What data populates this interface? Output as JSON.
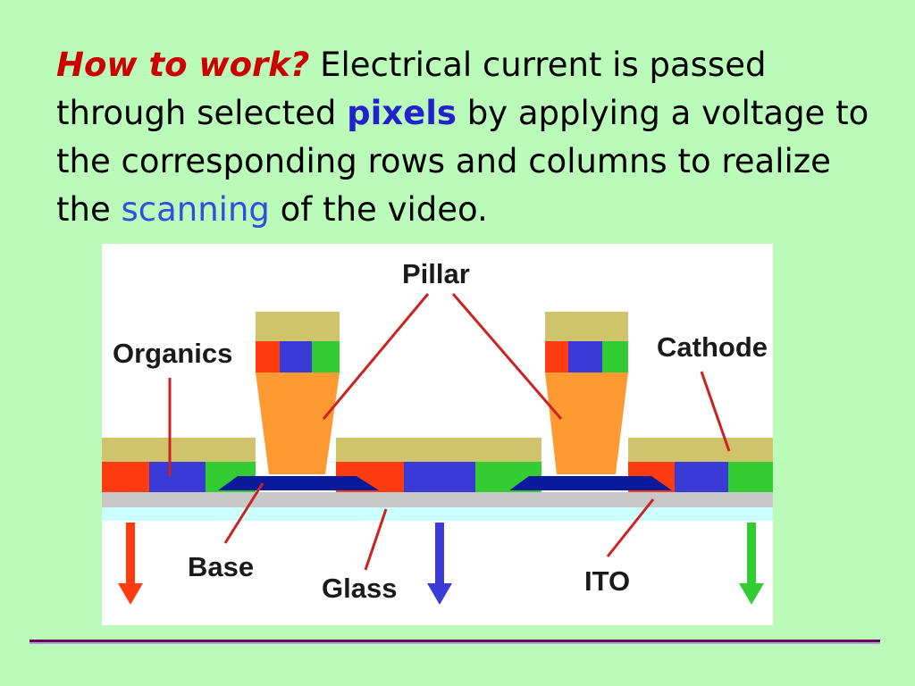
{
  "slide": {
    "lead": "How to work?",
    "text_1": " Electrical current is passed through selected ",
    "highlight_1": "pixels",
    "text_2": " by applying a voltage to the corresponding rows and columns to realize the ",
    "highlight_2": "scanning",
    "text_3": " of the video."
  },
  "diagram": {
    "labels": {
      "pillar": "Pillar",
      "organics": "Organics",
      "cathode": "Cathode",
      "base": "Base",
      "glass": "Glass",
      "ito": "ITO"
    }
  },
  "colors": {
    "background": "#bafbba",
    "lead": "#cc0000",
    "highlight_pixels": "#2222cc",
    "highlight_scanning": "#2f4fe0",
    "rule": "#6d0054",
    "cathode_layer": "#cfc46b",
    "red_subpixel": "#ff3b10",
    "blue_subpixel": "#3a3ad6",
    "green_subpixel": "#33cc33",
    "pillar": "#ff9a33",
    "base": "#0b1a9a",
    "ito_layer": "#c8c8c8",
    "glass_layer": "#ccffff",
    "leader_line": "#cc2222"
  }
}
